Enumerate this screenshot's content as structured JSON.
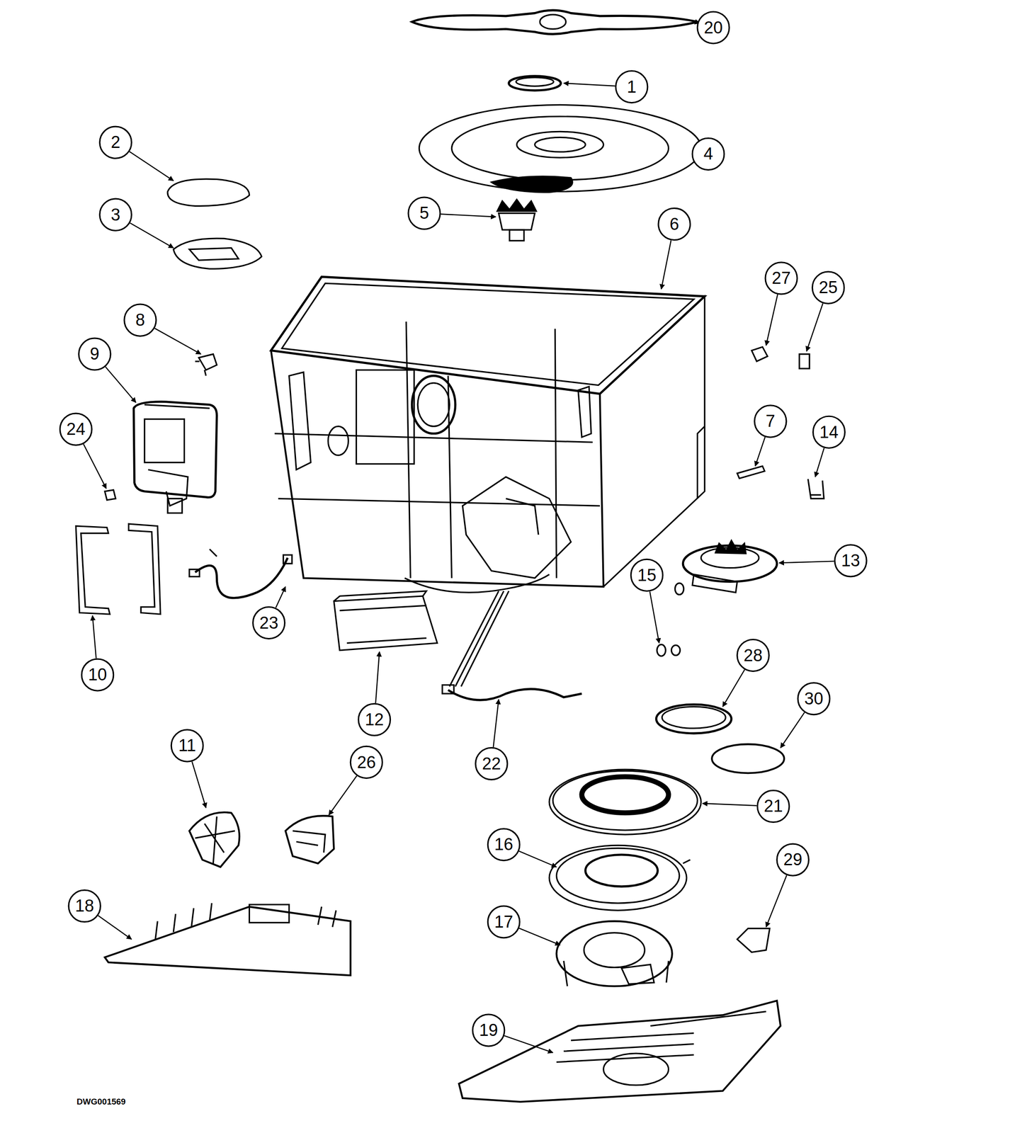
{
  "diagram": {
    "labels": [
      "20",
      "1",
      "2",
      "4",
      "3",
      "5",
      "6",
      "27",
      "25",
      "8",
      "9",
      "24",
      "7",
      "14",
      "13",
      "15",
      "23",
      "10",
      "12",
      "28",
      "30",
      "22",
      "21",
      "11",
      "26",
      "16",
      "29",
      "17",
      "18",
      "19",
      "DWG001569"
    ]
  }
}
